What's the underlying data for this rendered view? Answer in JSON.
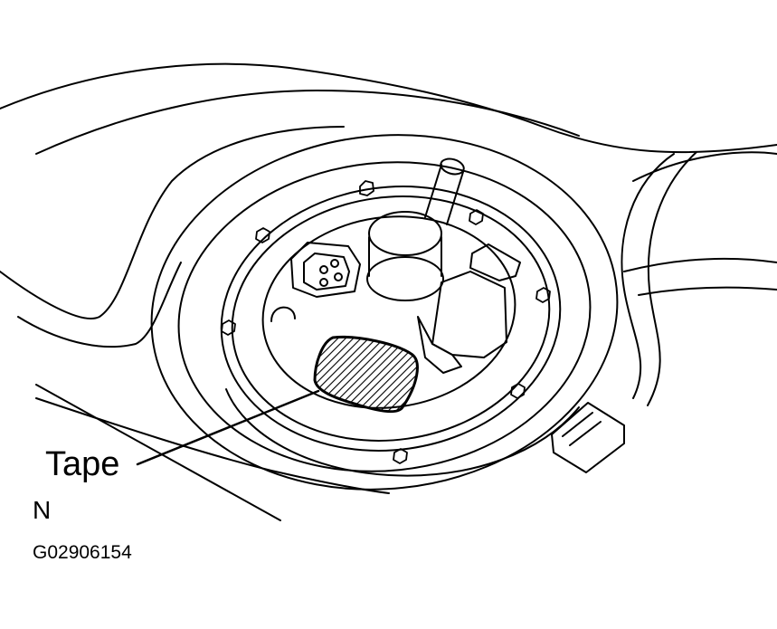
{
  "labels": {
    "tape": "Tape",
    "north": "N",
    "figure_id": "G02906154"
  },
  "colors": {
    "ink": "#000000",
    "background": "#ffffff"
  }
}
